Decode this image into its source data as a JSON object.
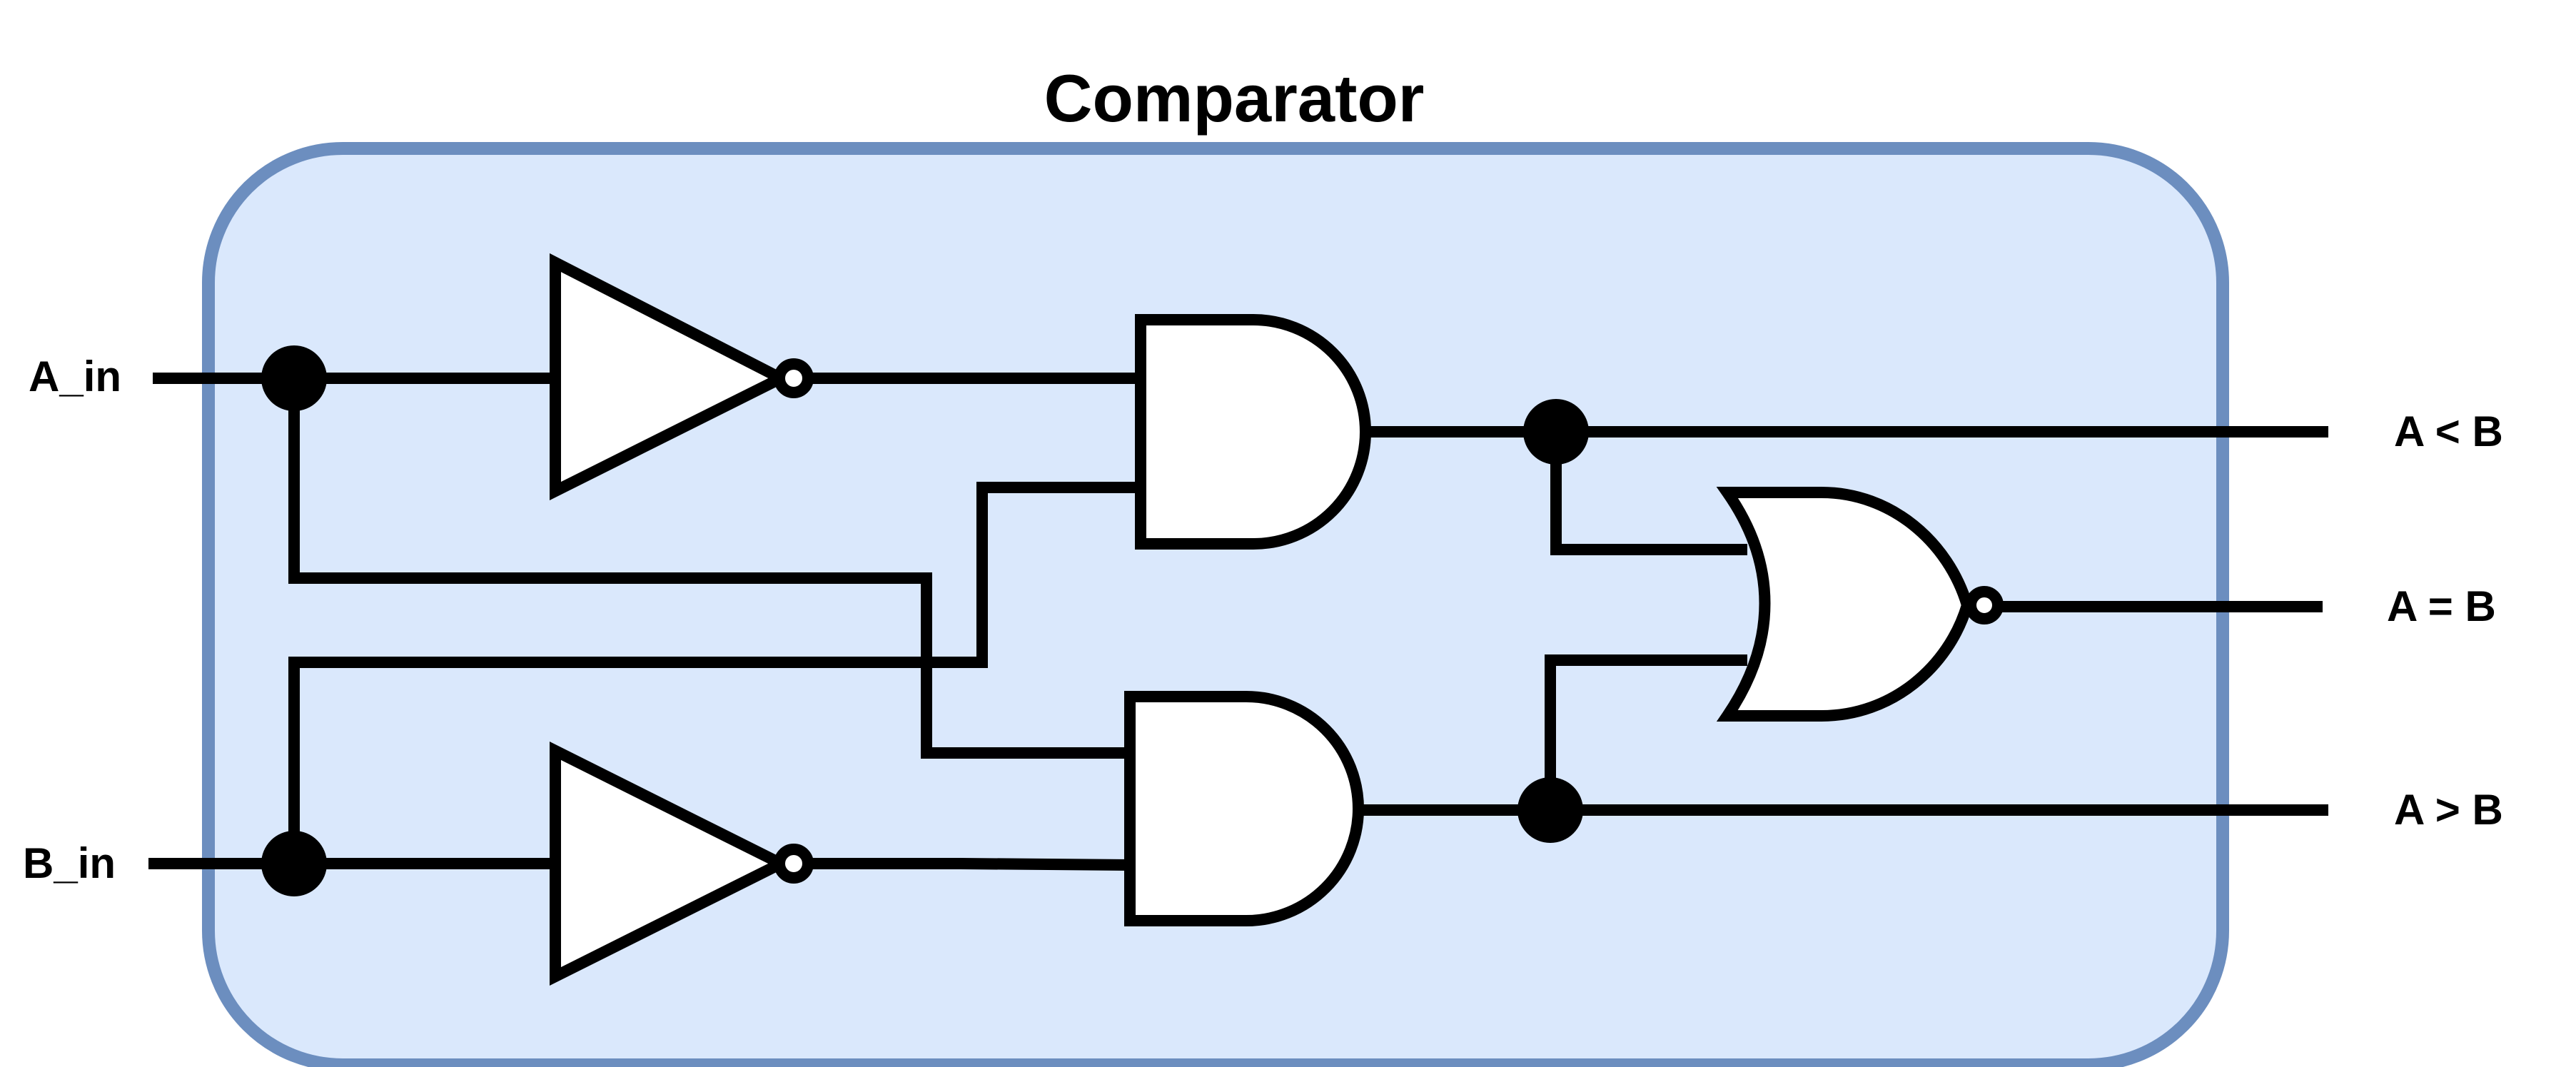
{
  "title": "Comparator",
  "inputs": {
    "a": "A_in",
    "b": "B_in"
  },
  "outputs": {
    "lt": "A < B",
    "eq": "A = B",
    "gt": "A > B"
  },
  "colors": {
    "box_fill": "#dae8fc",
    "box_stroke": "#6c8ebf",
    "line": "#000000",
    "gate_fill": "#ffffff"
  },
  "components": [
    "NOT",
    "NOT",
    "AND",
    "AND",
    "NOR"
  ]
}
